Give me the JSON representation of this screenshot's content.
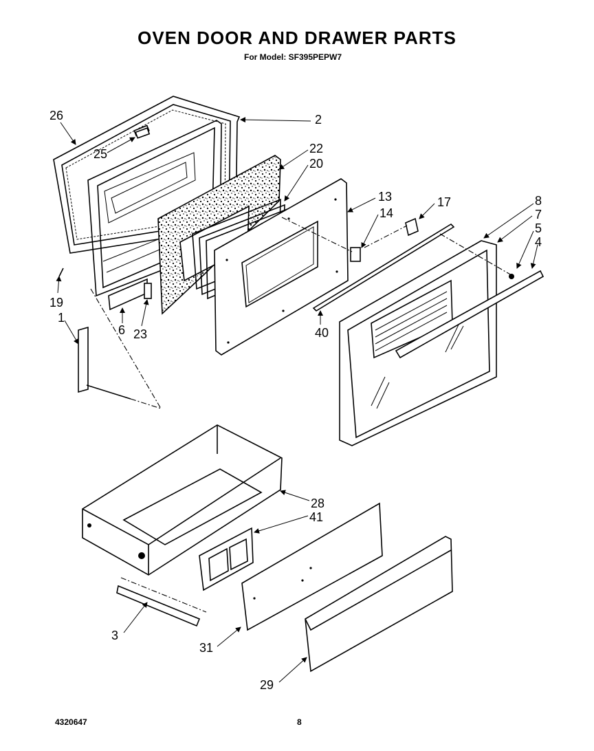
{
  "title": "OVEN DOOR AND DRAWER PARTS",
  "subtitle": "For Model: SF395PEPW7",
  "doc_number": "4320647",
  "page_number": "8",
  "callouts": [
    {
      "id": "c26",
      "label": "26"
    },
    {
      "id": "c2",
      "label": "2"
    },
    {
      "id": "c25",
      "label": "25"
    },
    {
      "id": "c22",
      "label": "22"
    },
    {
      "id": "c20",
      "label": "20"
    },
    {
      "id": "c13",
      "label": "13"
    },
    {
      "id": "c17",
      "label": "17"
    },
    {
      "id": "c14",
      "label": "14"
    },
    {
      "id": "c8",
      "label": "8"
    },
    {
      "id": "c7",
      "label": "7"
    },
    {
      "id": "c5",
      "label": "5"
    },
    {
      "id": "c4",
      "label": "4"
    },
    {
      "id": "c19",
      "label": "19"
    },
    {
      "id": "c1",
      "label": "1"
    },
    {
      "id": "c6",
      "label": "6"
    },
    {
      "id": "c23",
      "label": "23"
    },
    {
      "id": "c40",
      "label": "40"
    },
    {
      "id": "c28",
      "label": "28"
    },
    {
      "id": "c41",
      "label": "41"
    },
    {
      "id": "c3",
      "label": "3"
    },
    {
      "id": "c31",
      "label": "31"
    },
    {
      "id": "c29",
      "label": "29"
    }
  ]
}
